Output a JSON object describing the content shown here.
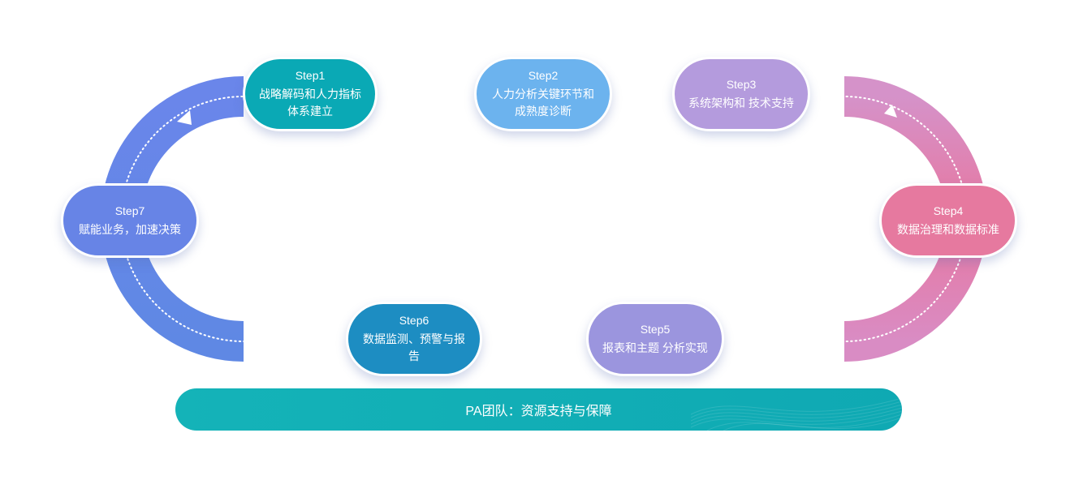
{
  "colors": {
    "step1": "#0aa9b5",
    "step2": "#6cb3ee",
    "step3": "#b49bdd",
    "step4": "#e6799f",
    "step5": "#9b95de",
    "step6": "#1d8dc2",
    "step7": "#6784e6",
    "banner": "#12adb6"
  },
  "steps": [
    {
      "step": "Step1",
      "text": "战略解码和人力指标体系建立"
    },
    {
      "step": "Step2",
      "text": "人力分析关键环节和成熟度诊断"
    },
    {
      "step": "Step3",
      "text": "系统架构和 技术支持"
    },
    {
      "step": "Step4",
      "text": "数据治理和数据标准"
    },
    {
      "step": "Step5",
      "text": "报表和主题 分析实现"
    },
    {
      "step": "Step6",
      "text": "数据监测、预警与报告"
    },
    {
      "step": "Step7",
      "text": "赋能业务，加速决策"
    }
  ],
  "banner": {
    "text": "PA团队：资源支持与保障"
  }
}
